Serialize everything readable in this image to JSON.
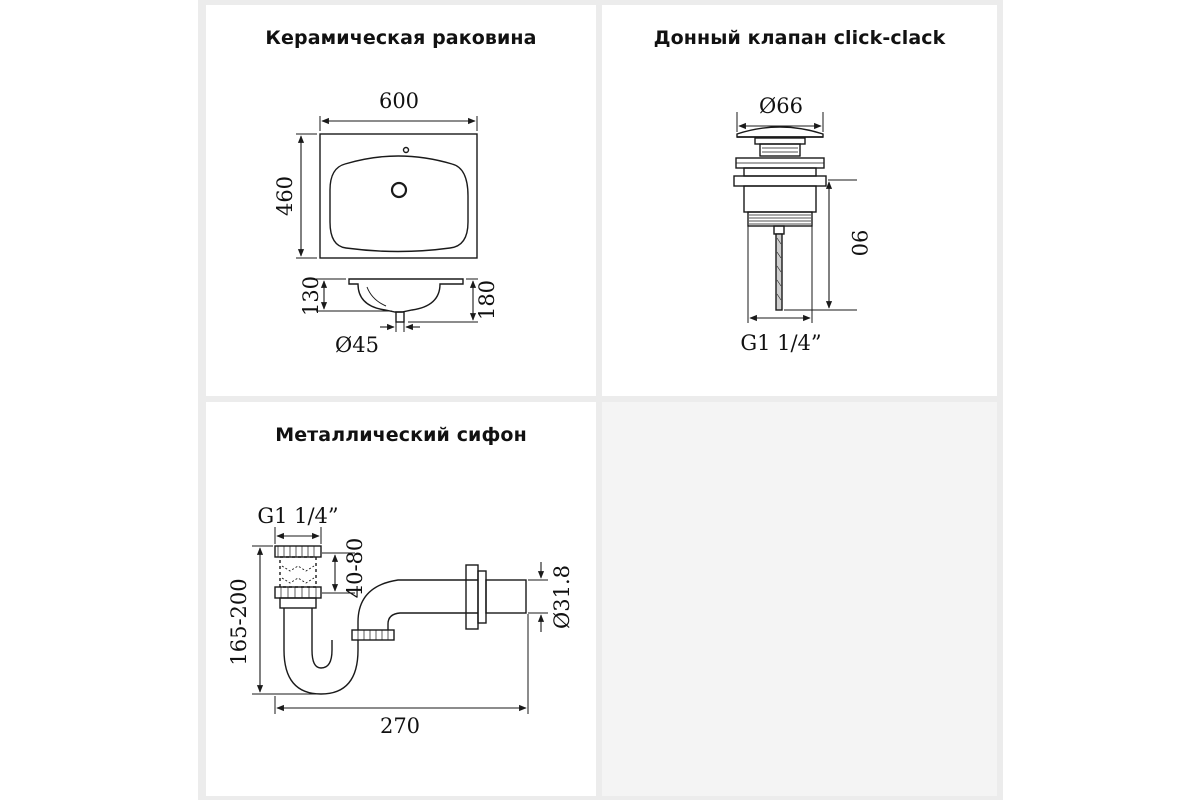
{
  "panels": {
    "sink": {
      "title": "Керамическая раковина",
      "dims": {
        "width": "600",
        "height": "460",
        "depth_bowl": "130",
        "depth_total": "180",
        "drain": "Ø45"
      }
    },
    "valve": {
      "title": "Донный клапан click-clack",
      "dims": {
        "cap": "Ø66",
        "height": "90",
        "thread": "G1 1/4”"
      }
    },
    "siphon": {
      "title": "Металлический сифон",
      "dims": {
        "thread": "G1 1/4”",
        "adjust": "40-80",
        "height": "165-200",
        "length": "270",
        "pipe": "Ø31.8"
      }
    }
  }
}
